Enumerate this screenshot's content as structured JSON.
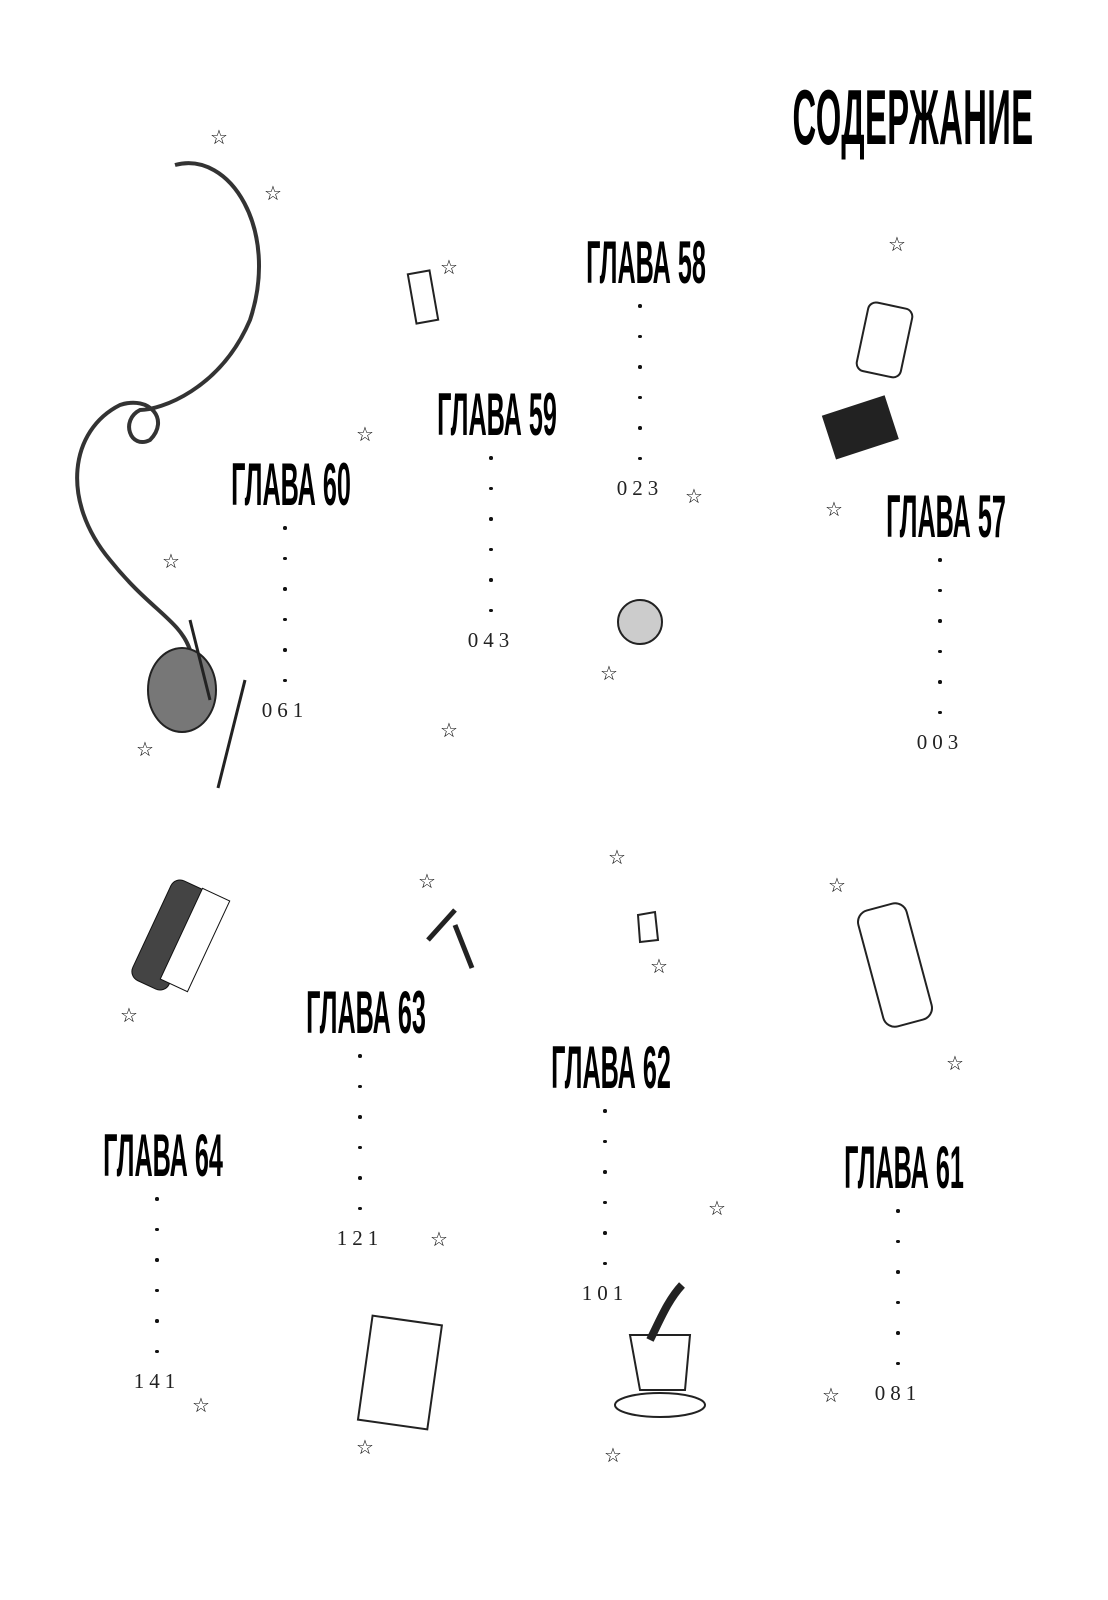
{
  "title": "Содержание",
  "chapters": [
    {
      "label": "Глава 57",
      "page": "003"
    },
    {
      "label": "Глава 58",
      "page": "023"
    },
    {
      "label": "Глава 59",
      "page": "043"
    },
    {
      "label": "Глава 60",
      "page": "061"
    },
    {
      "label": "Глава 61",
      "page": "081"
    },
    {
      "label": "Глава 62",
      "page": "101"
    },
    {
      "label": "Глава 63",
      "page": "121"
    },
    {
      "label": "Глава 64",
      "page": "141"
    }
  ]
}
